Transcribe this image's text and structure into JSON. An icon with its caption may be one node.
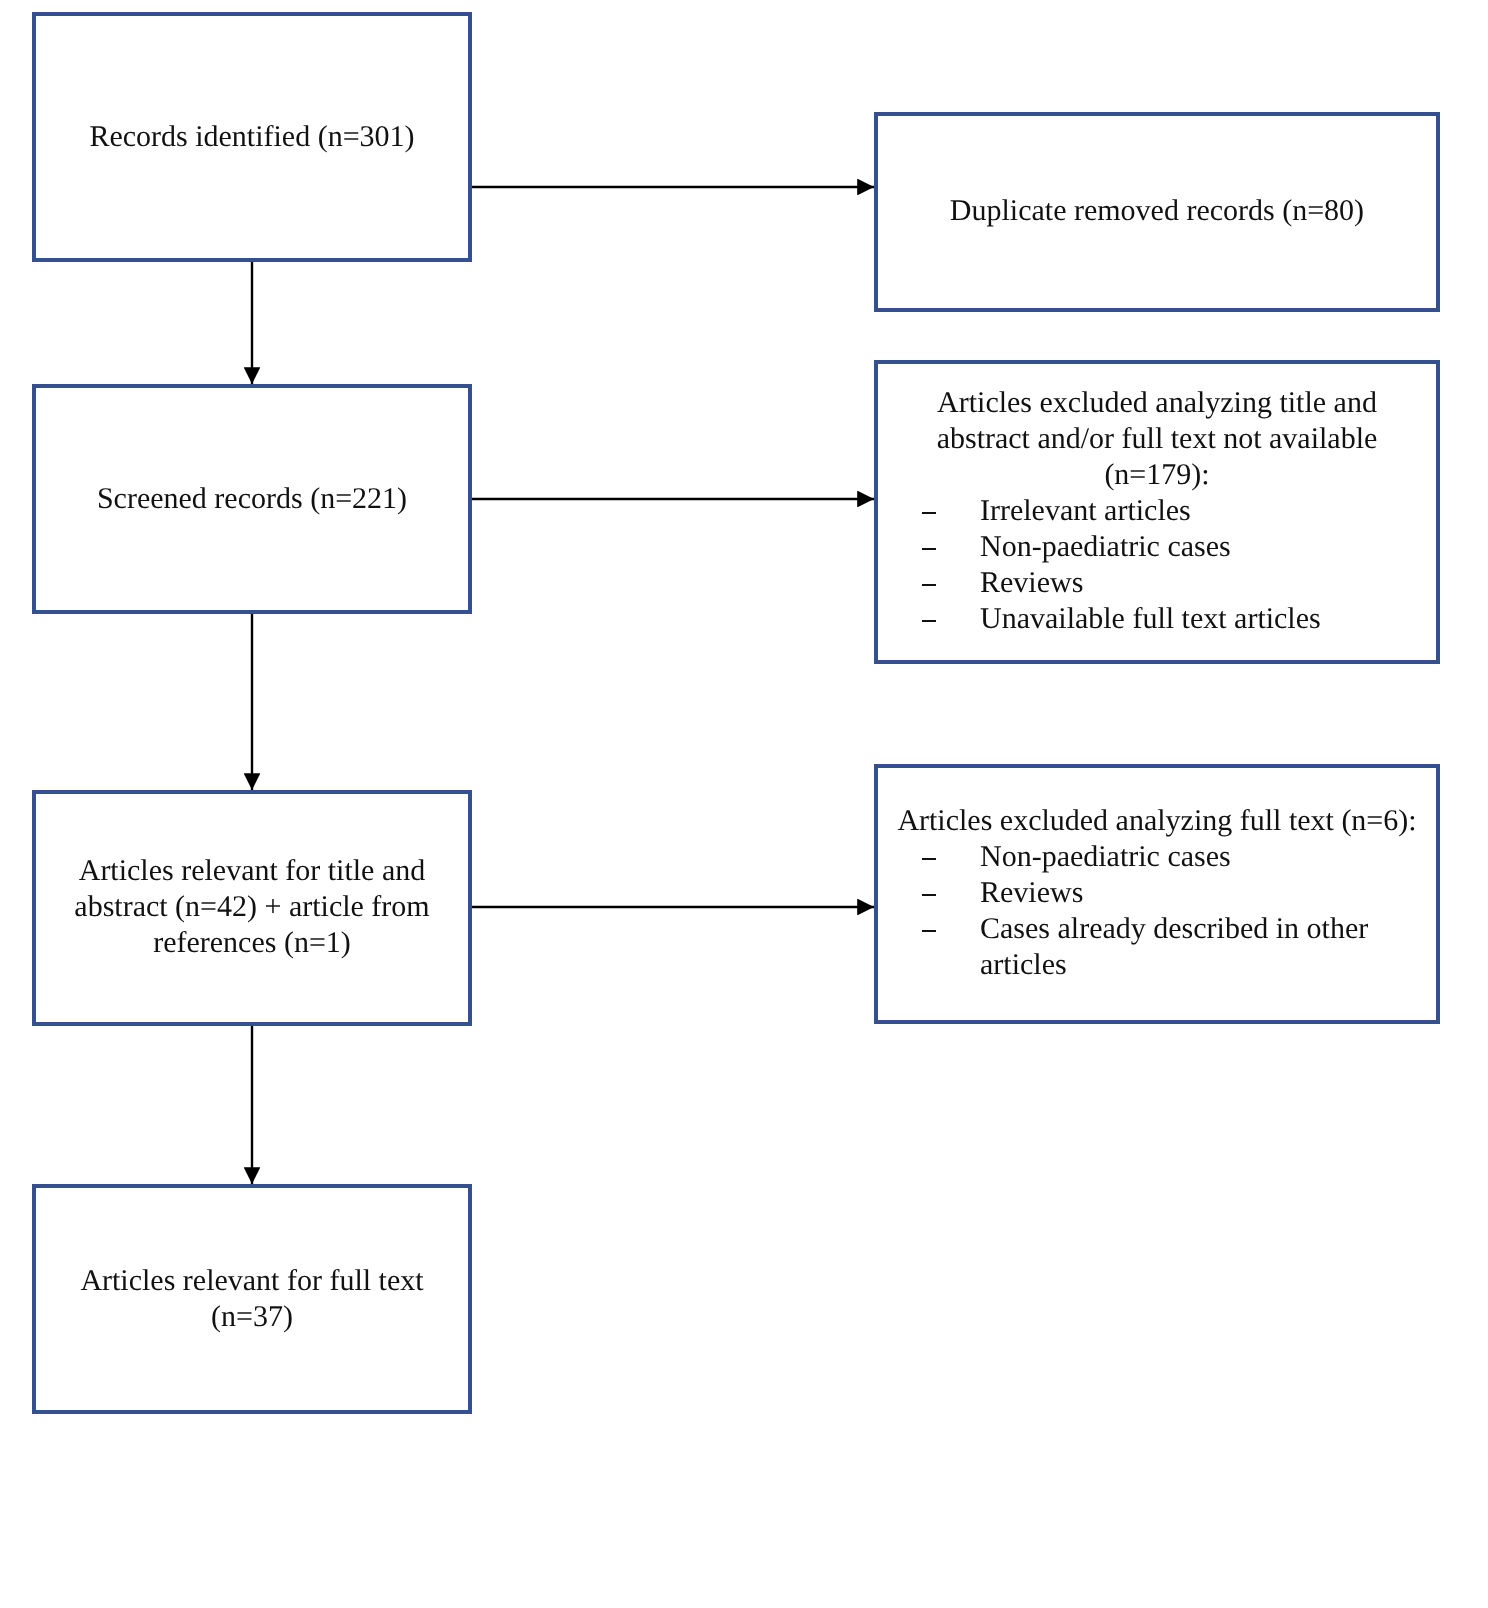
{
  "diagram": {
    "nodes": [
      {
        "text": [
          "Records identified (n=301)"
        ]
      },
      {
        "text": [
          "Duplicate removed records (n=80)"
        ]
      },
      {
        "text": [
          "Screened records (n=221)"
        ]
      },
      {
        "text": [
          "Articles excluded analyzing title and abstract and/or full text not available (n=179):",
          "Irrelevant articles",
          "Non-paediatric cases",
          "Reviews",
          "Unavailable full text articles"
        ]
      },
      {
        "text": [
          "Articles relevant for title and abstract (n=42) + article from references (n=1)"
        ]
      },
      {
        "text": [
          "Articles excluded analyzing full text (n=6):",
          "Non-paediatric cases",
          "Reviews",
          "Cases already described in other articles"
        ]
      },
      {
        "text": [
          "Articles relevant for full text (n=37)"
        ]
      }
    ],
    "edges": [
      {
        "from": 0,
        "to": 1,
        "arrow": "to"
      },
      {
        "from": 0,
        "to": 2,
        "arrow": "to"
      },
      {
        "from": 2,
        "to": 3,
        "arrow": "to"
      },
      {
        "from": 2,
        "to": 4,
        "arrow": "to"
      },
      {
        "from": 4,
        "to": 5,
        "arrow": "to"
      },
      {
        "from": 4,
        "to": 6,
        "arrow": "to"
      }
    ]
  }
}
